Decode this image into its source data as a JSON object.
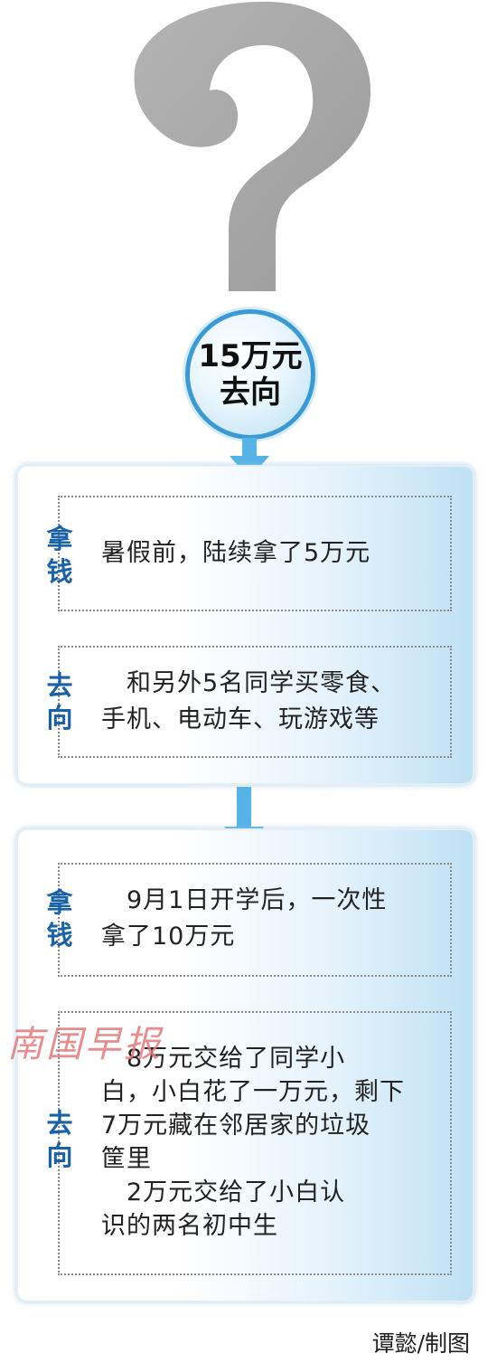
{
  "title": {
    "line1": "15万元",
    "line2": "去向"
  },
  "panels": [
    {
      "take": {
        "tag1": "拿",
        "tag2": "钱",
        "lines": [
          "暑假前，陆续拿了5万元"
        ]
      },
      "spend": {
        "tag1": "去",
        "tag2": "向",
        "lines": [
          "　和另外5名同学买零食、",
          "手机、电动车、玩游戏等"
        ]
      }
    },
    {
      "take": {
        "tag1": "拿",
        "tag2": "钱",
        "lines": [
          "　9月1日开学后，一次性",
          "拿了10万元"
        ]
      },
      "spend": {
        "tag1": "去",
        "tag2": "向",
        "lines": [
          "　8万元交给了同学小",
          "白，小白花了一万元，剩下",
          "7万元藏在邻居家的垃圾",
          "筐里",
          "　2万元交给了小白认",
          "识的两名初中生"
        ]
      }
    }
  ],
  "watermark": "南国早报",
  "credit": "谭懿/制图",
  "colors": {
    "accent": "#3a9ad6",
    "tag": "#1a62a8",
    "question_mark": "#a8a8a8"
  }
}
